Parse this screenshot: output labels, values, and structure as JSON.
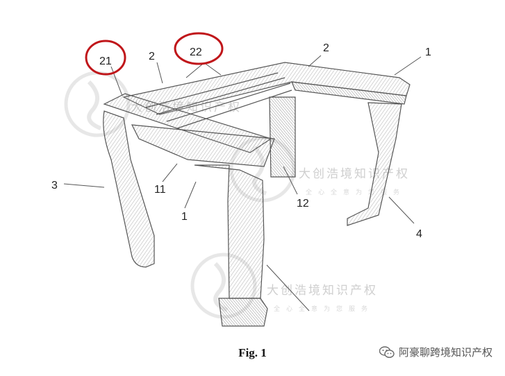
{
  "figure": {
    "caption": "Fig. 1",
    "labels": {
      "l21": "21",
      "l22": "22",
      "l2a": "2",
      "l2b": "2",
      "l1a": "1",
      "l3": "3",
      "l11": "11",
      "l1b": "1",
      "l12": "12",
      "l4": "4"
    },
    "highlight_color": "#c0161a",
    "line_color": "#555555"
  },
  "watermark": {
    "name": "大创浩境知识产权",
    "tagline": "全心全意为您服务"
  },
  "account": {
    "name": "阿豪聊跨境知识产权",
    "icon": "wechat-icon"
  }
}
